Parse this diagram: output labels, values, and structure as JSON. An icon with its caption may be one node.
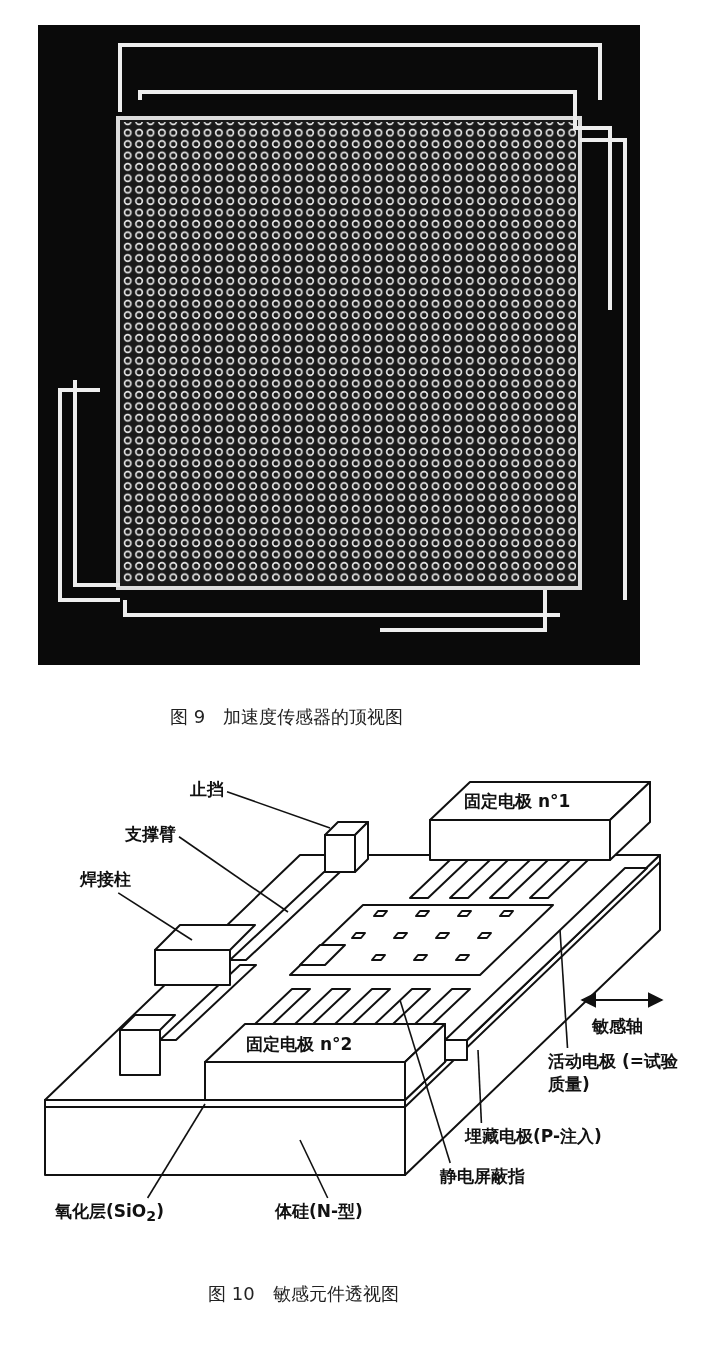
{
  "diagram": {
    "nodes": [
      {
        "text": [
          "止挡"
        ]
      },
      {
        "text": [
          "支撑臂"
        ]
      },
      {
        "text": [
          "焊接柱"
        ]
      },
      {
        "text": [
          "活动电极 (=试验质量)"
        ]
      },
      {
        "text": [
          "埋藏电极(P-注入)"
        ]
      },
      {
        "text": [
          "静电屏蔽指"
        ]
      },
      {
        "text": [
          "氧化层(SiO$_{2}$)"
        ]
      },
      {
        "text": [
          "体硅(N-型)"
        ]
      }
    ],
    "edges": [
      {
        "from": 0,
        "to": null,
        "arrow": "none"
      },
      {
        "from": 1,
        "to": null,
        "arrow": "none"
      },
      {
        "from": 2,
        "to": null,
        "arrow": "none"
      },
      {
        "from": 3,
        "to": null,
        "arrow": "none"
      },
      {
        "from": 4,
        "to": null,
        "arrow": "none"
      },
      {
        "from": 5,
        "to": null,
        "arrow": "none"
      },
      {
        "from": 6,
        "to": null,
        "arrow": "none"
      },
      {
        "from": 7,
        "to": null,
        "arrow": "none"
      }
    ],
    "labels": [
      "图 9　加速度传感器的顶视图",
      "固定电极 n°1",
      "固定电极 n°2",
      "敏感轴",
      "图 10　敏感元件透视图"
    ]
  }
}
